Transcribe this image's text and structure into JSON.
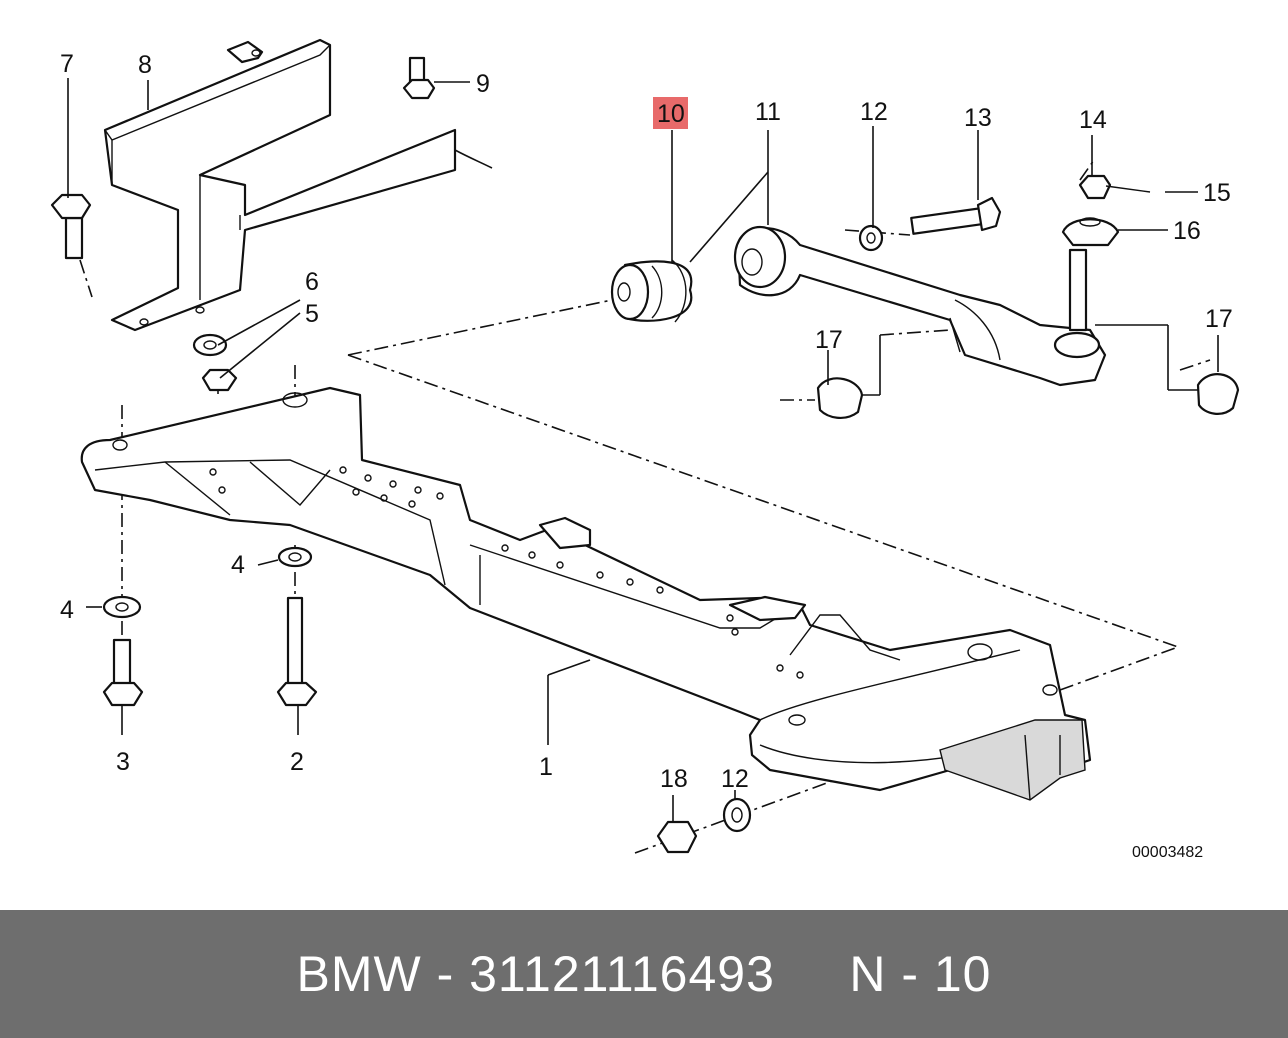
{
  "diagram": {
    "callouts": {
      "c1": "1",
      "c2": "2",
      "c3": "3",
      "c4a": "4",
      "c4b": "4",
      "c5": "5",
      "c6": "6",
      "c7": "7",
      "c8": "8",
      "c9": "9",
      "c10": "10",
      "c11": "11",
      "c12a": "12",
      "c12b": "12",
      "c13": "13",
      "c14": "14",
      "c15": "15",
      "c16": "16",
      "c17a": "17",
      "c17b": "17",
      "c18": "18"
    },
    "highlighted_callout": "10",
    "highlight_color": "#e86a6a",
    "reference_number": "00003482"
  },
  "footer": {
    "text": "BMW - 31121116493     N - 10",
    "background": "#6e6e6e"
  }
}
